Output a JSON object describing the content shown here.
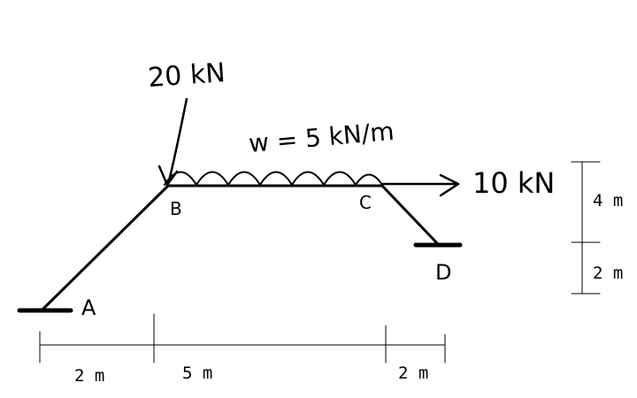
{
  "loads": {
    "point_vertical": "20 kN",
    "distributed": "w = 5 kN/m",
    "point_horizontal": "10 kN"
  },
  "nodes": {
    "a": "A",
    "b": "B",
    "c": "C",
    "d": "D"
  },
  "dimensions": {
    "horizontal": [
      "2 m",
      "5 m",
      "2 m"
    ],
    "vertical": [
      "4 m",
      "2 m"
    ]
  }
}
